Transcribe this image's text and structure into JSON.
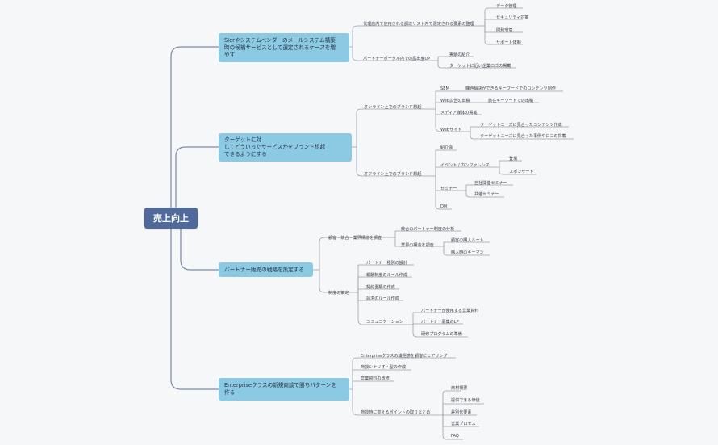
{
  "root": "売上向上",
  "main": [
    "SIerやシステムベンダーのメールシステム構築\n時の候補サービスとして選定されるケースを増\nやす",
    "ターゲットに対\nしてどういったサービスかをブランド想起\nできるようにする",
    "パートナー販売の戦略を策定する",
    "Enterpriseクラスの新規商談で勝ちパターンを\n作る"
  ],
  "b1": {
    "a": "代理店内で使用される調達リスト内で選定される要素の整理",
    "a_items": [
      "データ管理",
      "セキュリティ対策",
      "開発環境",
      "サポート体制"
    ],
    "b": "パートナーポータル内での露出度UP",
    "b_items": [
      "実績の紹介",
      "ターゲットに近い企業ロゴの掲載"
    ]
  },
  "b2": {
    "online": "オンライン上でのブランド想起",
    "sem": "SEM",
    "sem_child": "課題解決ができるキーワードでのコンテンツ制作",
    "web_ad": "Web広告の出稿",
    "web_ad_child": "旅在キーワードでの出稿",
    "media": "メディア媒体の掲載",
    "website": "Webサイト",
    "website_items": [
      "ターゲットニーズに見合ったコンテンツ作成",
      "ターゲットニーズに見合った事例やロゴの掲載"
    ],
    "offline": "オフライン上でのブランド想起",
    "referral": "紹介会",
    "event": "イベント / カンファレンス",
    "event_items": [
      "登壇",
      "スポンサード"
    ],
    "seminar": "セミナー",
    "seminar_items": [
      "自社開催セミナー",
      "共催セミナー"
    ],
    "dm": "DM"
  },
  "b3": {
    "research": "顧客・競合・業界構造を調査",
    "competitor": "競合のパートナー制度の分析",
    "industry": "業界の構造を調査",
    "industry_items": [
      "顧客の購入ルート",
      "購入時のキーマン"
    ],
    "system": "制度の策定",
    "system_items": [
      "パートナー種別の設計",
      "報酬制度のルール作成",
      "契約書類の作成",
      "請求のルール作成"
    ],
    "comm": "コミュニケーション",
    "comm_items": [
      "パートナーが使用する営業資料",
      "パートナー募集のLP",
      "研修プログラムの準備"
    ]
  },
  "b4": {
    "items": [
      "Enterpriseクラスの議題感を顧客にヒアリング",
      "商談シナリオ・型の作成",
      "営業資料の改修"
    ],
    "points": "商談時に抑えるポイントの取りまとめ",
    "points_items": [
      "商材概要",
      "提供できる価値",
      "差別化要素",
      "営業プロセス",
      "FAQ"
    ]
  }
}
